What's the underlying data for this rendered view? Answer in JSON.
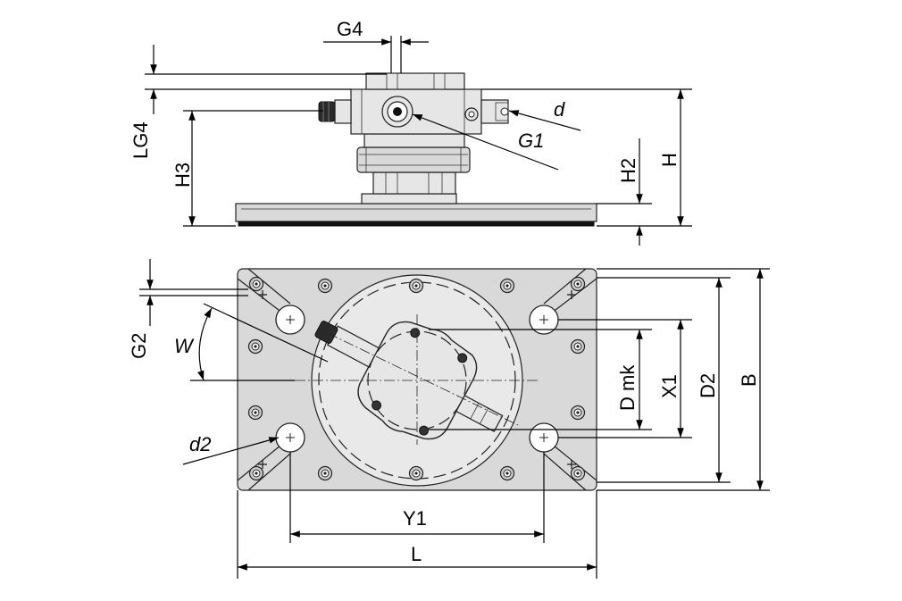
{
  "labels": {
    "g4": "G4",
    "lg4": "LG4",
    "h3": "H3",
    "d": "d",
    "g1": "G1",
    "h2": "H2",
    "h": "H",
    "g2": "G2",
    "w": "W",
    "d_mk": "D mk",
    "x1": "X1",
    "d2_height": "D2",
    "b": "B",
    "d2_hole": "d2",
    "y1": "Y1",
    "l": "L"
  }
}
